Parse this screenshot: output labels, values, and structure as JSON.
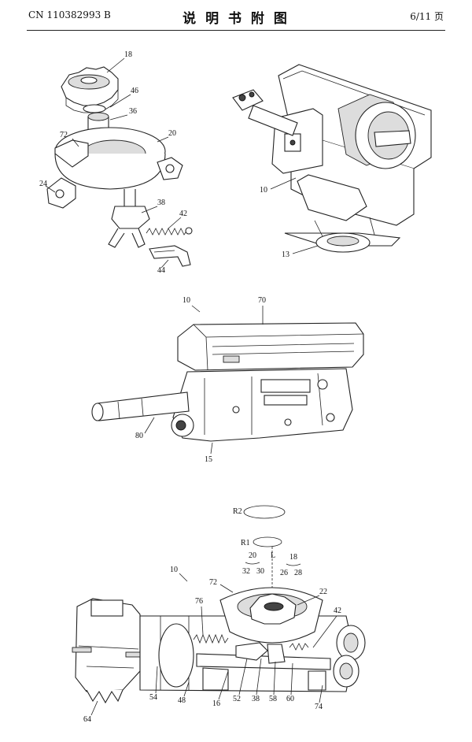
{
  "header": {
    "patent_number": "CN 110382993 B",
    "title": "说 明 书 附 图",
    "page": "6/11 页"
  },
  "figures": {
    "top_left_labels": [
      "18",
      "46",
      "36",
      "72",
      "20",
      "24",
      "38",
      "42",
      "44"
    ],
    "top_right_labels": [
      "10",
      "13"
    ],
    "middle_labels": [
      "10",
      "70",
      "80",
      "15"
    ],
    "bottom_labels": [
      "R2",
      "R1",
      "20",
      "L",
      "18",
      "10",
      "32",
      "30",
      "26",
      "28",
      "72",
      "22",
      "76",
      "42",
      "54",
      "48",
      "16",
      "52",
      "38",
      "58",
      "60",
      "74",
      "64"
    ]
  }
}
